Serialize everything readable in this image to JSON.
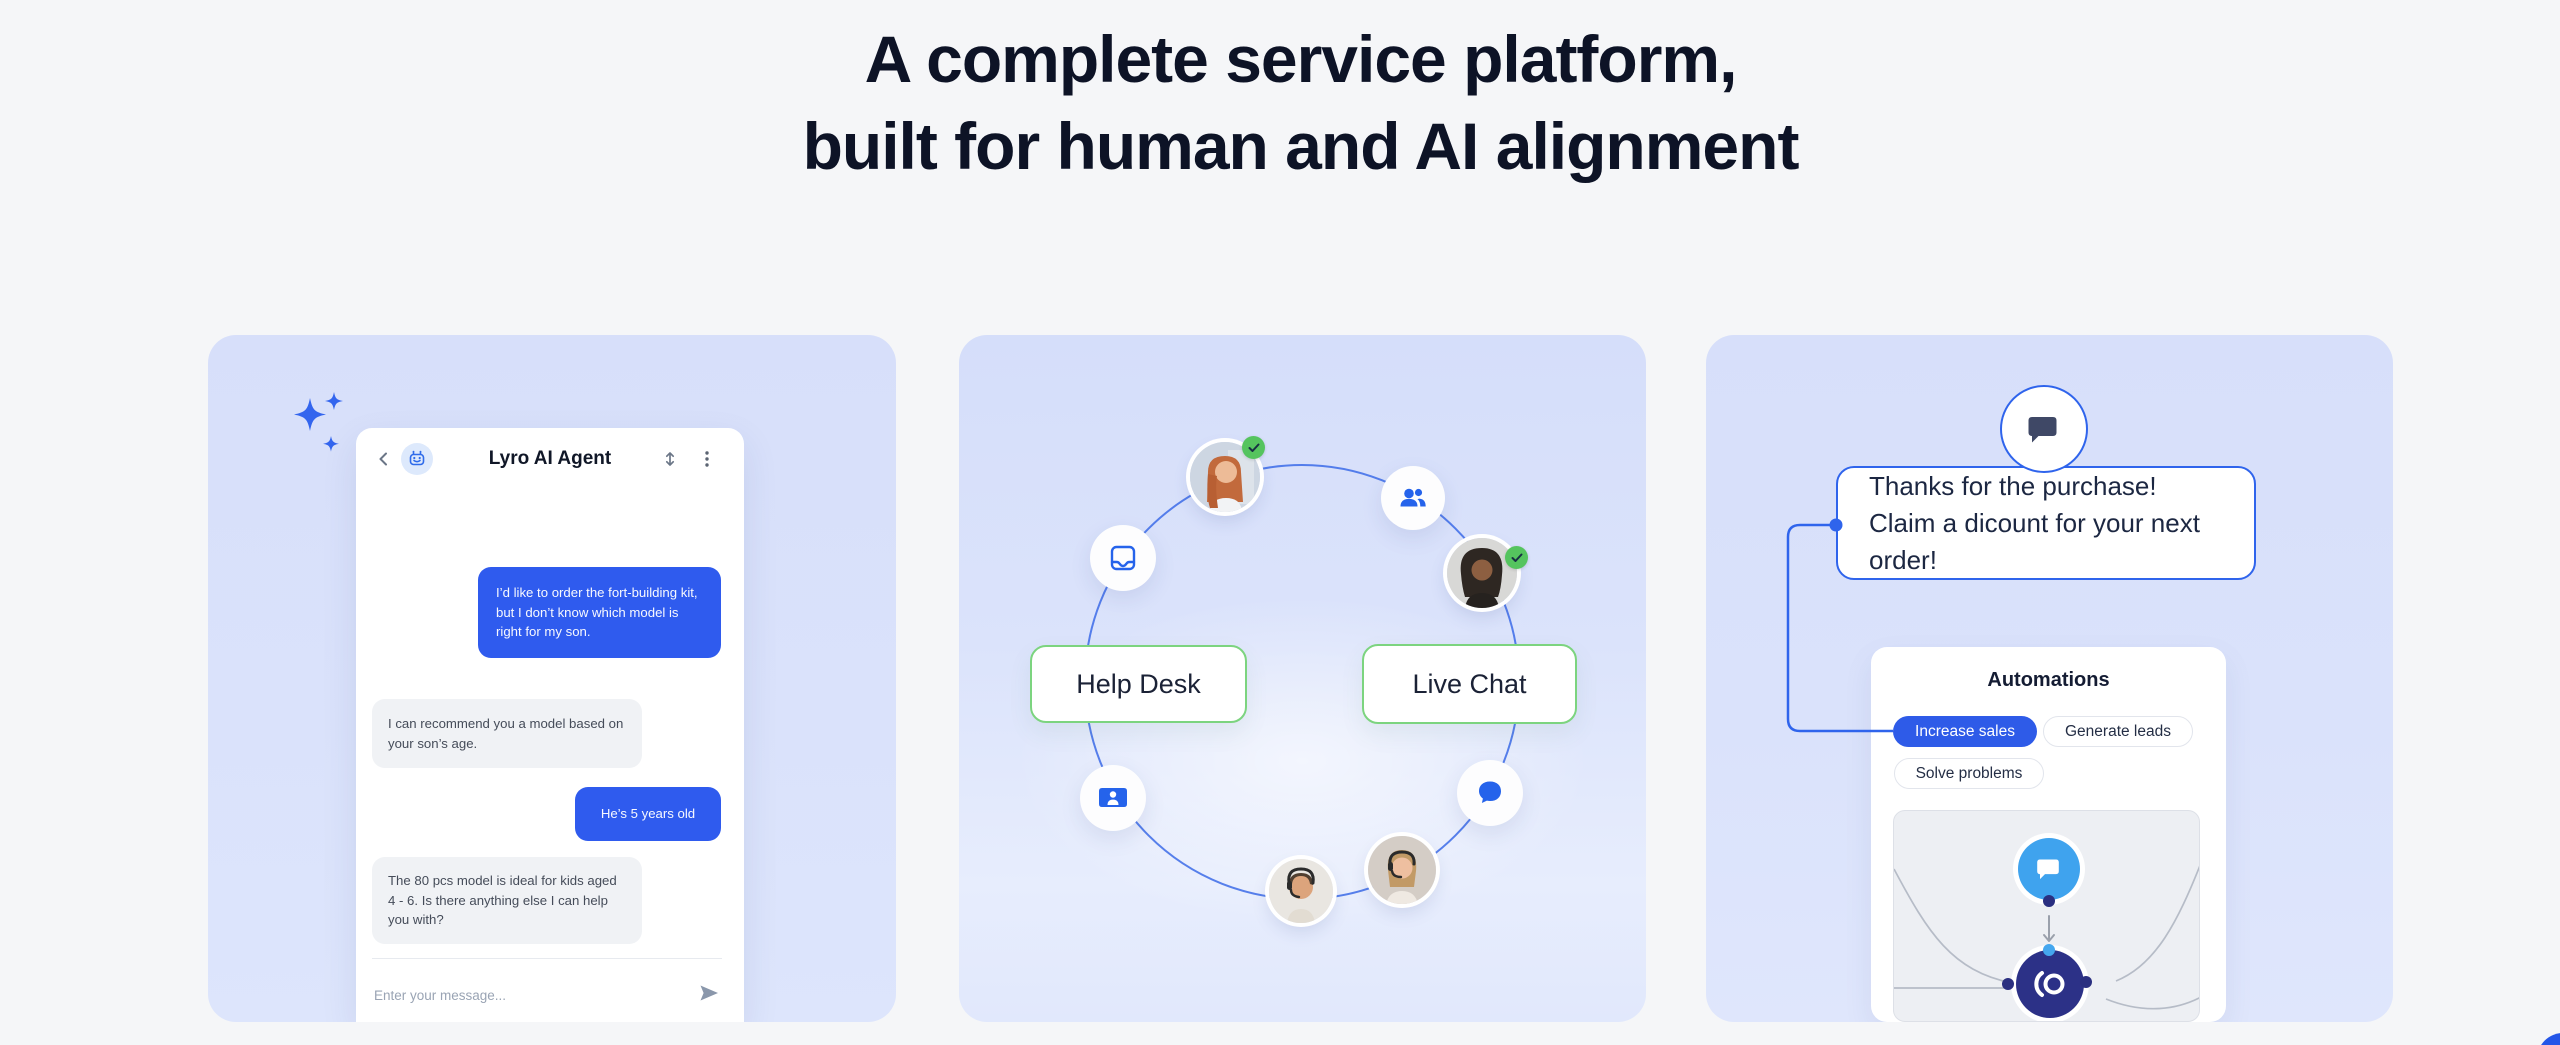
{
  "heading": {
    "line1": "A complete service platform,",
    "line2": "built for human and AI alignment"
  },
  "chat_widget": {
    "title": "Lyro AI Agent",
    "messages": [
      {
        "sender": "visitor",
        "text": "I’d like to order the fort-building kit, but I don’t know which model is right for my son."
      },
      {
        "sender": "lyro",
        "text": "I can recommend you a model based on your son’s age."
      },
      {
        "sender": "visitor",
        "text": "He’s 5 years old"
      },
      {
        "sender": "lyro",
        "text": "The 80 pcs model is ideal for kids aged 4 - 6. Is there anything else I can help you with?"
      }
    ],
    "input_placeholder": "Enter your message..."
  },
  "channels": {
    "help_desk_label": "Help Desk",
    "live_chat_label": "Live Chat"
  },
  "automations": {
    "notification": "Thanks for the purchase! Claim a dicount for your next order!",
    "panel_title": "Automations",
    "chips": [
      {
        "label": "Increase sales",
        "active": true
      },
      {
        "label": "Generate leads",
        "active": false
      },
      {
        "label": "Solve problems",
        "active": false
      }
    ]
  },
  "icons": [
    "sparkles-icon",
    "chevron-left-icon",
    "robot-avatar-icon",
    "resize-icon",
    "kebab-menu-icon",
    "send-icon",
    "helpdesk-tray-icon",
    "people-icon",
    "contact-badge-icon",
    "chat-bubble-icon",
    "check-icon",
    "speech-bubble-icon",
    "lyro-logo-icon",
    "arrow-down-icon",
    "chat-launcher-icon"
  ],
  "colors": {
    "page_bg": "#F5F6F8",
    "card_bg": "#D9E1FB",
    "heading_text": "#0D1326",
    "accent_blue": "#2E5BE8",
    "widget_bubble_blue": "#2F5BEE",
    "icon_blue": "#2563EB",
    "connector_blue": "#2F64EC",
    "green_border": "#7CD47F",
    "badge_green": "#55C45E",
    "sky_node": "#3FA3EE",
    "navy_node": "#2C3187"
  }
}
